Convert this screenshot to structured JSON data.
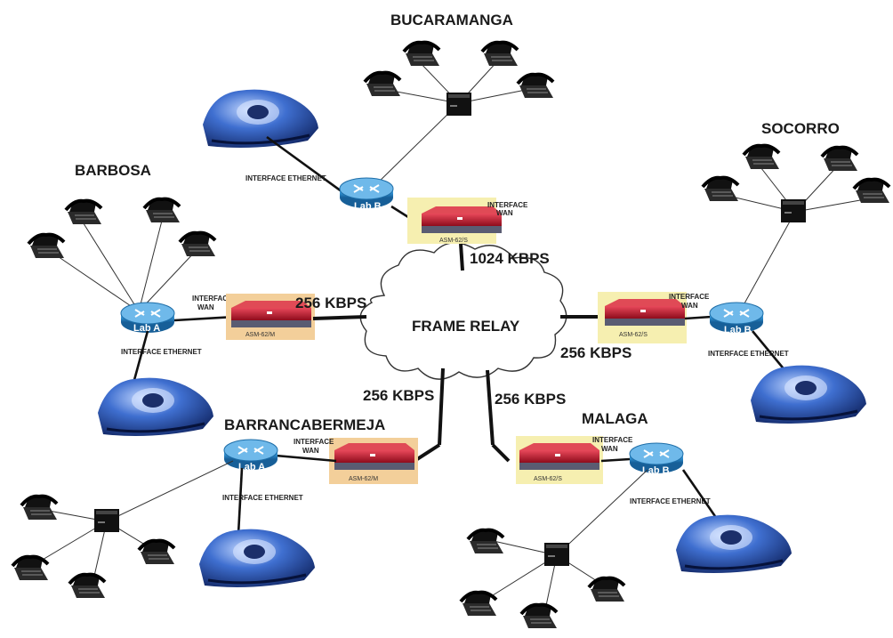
{
  "cloud_label": "FRAME RELAY",
  "sites": {
    "bucaramanga": {
      "name": "BUCARAMANGA",
      "router_label": "Lab B",
      "lan_label": "INTERFACE ETHERNET",
      "wan_label_1": "INTERFACE",
      "wan_label_2": "WAN",
      "device_label": "ASM-62/S",
      "speed": "1024 KBPS"
    },
    "barbosa": {
      "name": "BARBOSA",
      "router_label": "Lab A",
      "lan_label": "INTERFACE ETHERNET",
      "wan_label_1": "INTERFACE",
      "wan_label_2": "WAN",
      "device_label": "ASM-62/M",
      "speed": "256 KBPS"
    },
    "socorro": {
      "name": "SOCORRO",
      "router_label": "Lab B",
      "lan_label": "INTERFACE ETHERNET",
      "wan_label_1": "INTERFACE",
      "wan_label_2": "WAN",
      "device_label": "ASM-62/S",
      "speed": "256 KBPS"
    },
    "barrancabermeja": {
      "name": "BARRANCABERMEJA",
      "router_label": "Lab A",
      "lan_label": "INTERFACE ETHERNET",
      "wan_label_1": "INTERFACE",
      "wan_label_2": "WAN",
      "device_label": "ASM-62/M",
      "speed": "256 KBPS"
    },
    "malaga": {
      "name": "MALAGA",
      "router_label": "Lab B",
      "lan_label": "INTERFACE ETHERNET",
      "wan_label_1": "INTERFACE",
      "wan_label_2": "WAN",
      "device_label": "ASM-62/S",
      "speed": "256 KBPS"
    }
  },
  "colors": {
    "router_blue": "#2f8fd0",
    "modem_red": "#c0142a",
    "highlight_yellow": "#f6efb0",
    "highlight_orange": "#f3cf9a",
    "server_blue": "#1f4aa8"
  },
  "icons": [
    "router-icon",
    "modem-icon",
    "phone-icon",
    "pbx-icon",
    "server-icon",
    "cloud-icon"
  ]
}
